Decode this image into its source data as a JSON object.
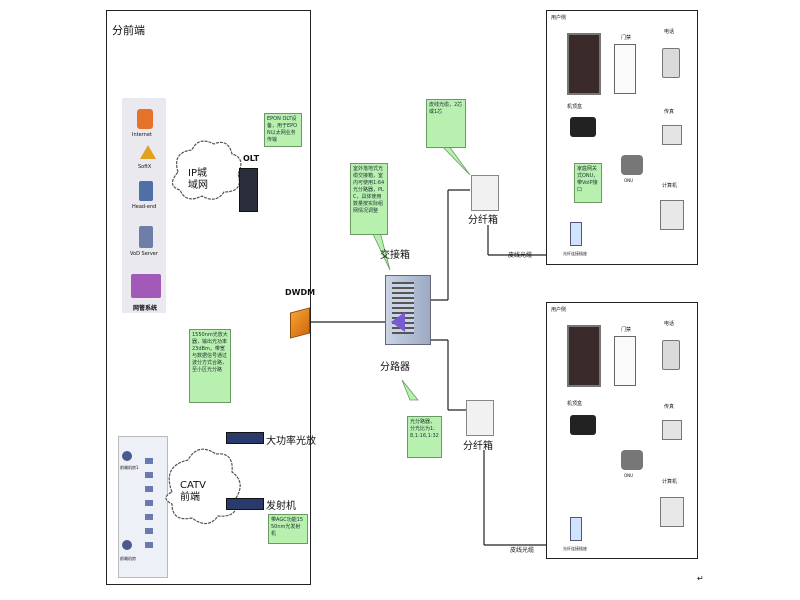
{
  "frontend": {
    "title": "分前端",
    "internet_label": "Internet",
    "softx_label": "SoftX",
    "headend_label": "Head-end",
    "vod_label": "VoD Server",
    "nms_label": "网管系统",
    "ip_cloud_label": "IP城\n域网",
    "olt_label": "OLT",
    "olt_note": "EPON OLT设备，用于EPON以太网业务传输",
    "dwdm_label": "DWDM",
    "dwdm_note": "1550nm光放大器，输出光功率23dBm，带宽与数据信号通过波分方式合路，至小区光分路",
    "amplifier_label": "大功率光放",
    "catv_label": "CATV\n前端",
    "transmitter_label": "发射机",
    "transmitter_note": "带AGC功能1550nm光发射机",
    "rack1_label": "前端机房1",
    "rack2_label": "前端机房",
    "colors": {
      "video_line": "#e0302a",
      "data_line": "#2fa52f",
      "note_fill": "#b8f0b0"
    }
  },
  "middle": {
    "cross_box_label": "交接箱",
    "cross_note": "室外落地式光缆交接箱，室内可使用1:64光分路器，PLC，具体使用数量按实际组网情况调整",
    "splitter_label": "分路器",
    "splitter_note": "光分路器，分光比为1:8,1:16,1:32",
    "leadin_note": "皮线光缆，2芯或1芯",
    "dist_box_label": "分纤箱"
  },
  "user_sites": [
    {
      "title": "用户侧",
      "door_label": "门禁",
      "phone_label": "电话",
      "stb_label": "机顶盒",
      "fax_label": "传真",
      "computer_label": "计算机",
      "onu_label": "ONU",
      "onu_note": "家庭网关式ONU，带VoIP接口",
      "cable_label": "皮线光缆",
      "outlet_label": "光纤连接插座"
    },
    {
      "title": "用户侧",
      "door_label": "门禁",
      "phone_label": "电话",
      "stb_label": "机顶盒",
      "fax_label": "传真",
      "computer_label": "计算机",
      "onu_label": "ONU",
      "cable_label": "皮线光缆",
      "outlet_label": "光纤连接插座"
    }
  ],
  "corner_mark": "↵"
}
